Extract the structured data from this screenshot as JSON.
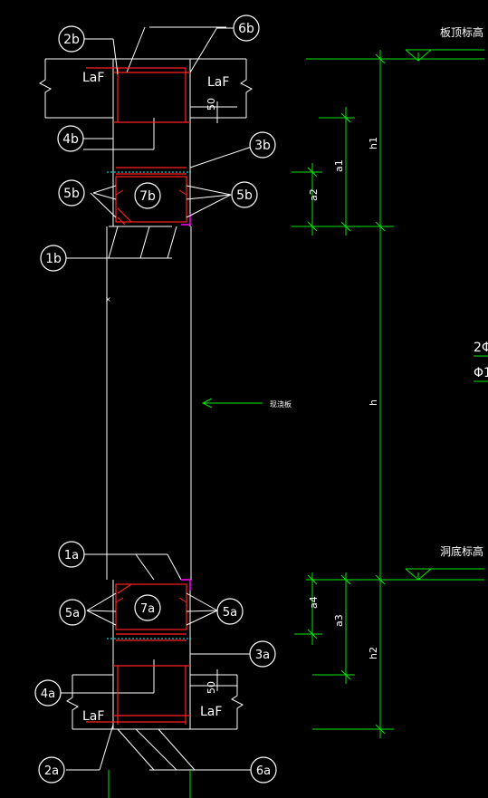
{
  "labels": {
    "b2": "2b",
    "b6": "6b",
    "b4": "4b",
    "b3": "3b",
    "b5l": "5b",
    "b7": "7b",
    "b5r": "5b",
    "b1": "1b",
    "a1": "1a",
    "a5l": "5a",
    "a7": "7a",
    "a5r": "5a",
    "a3": "3a",
    "a4": "4a",
    "a2": "2a",
    "a6": "6a"
  },
  "text": {
    "laf": "LaF",
    "dim50": "50",
    "slab_top": "板顶标高",
    "hole_bottom": "洞底标高",
    "h": "h",
    "h1": "h1",
    "h2": "h2",
    "a1": "a1",
    "a2": "a2",
    "a3": "a3",
    "a4": "a4",
    "opening": "现浇板",
    "cut1": "2Φ",
    "cut2": "Φ1"
  },
  "colors": {
    "white": "#ffffff",
    "red": "#ff2020",
    "green": "#00e600",
    "magenta": "#ff00ff",
    "cyan": "#00ffff"
  }
}
